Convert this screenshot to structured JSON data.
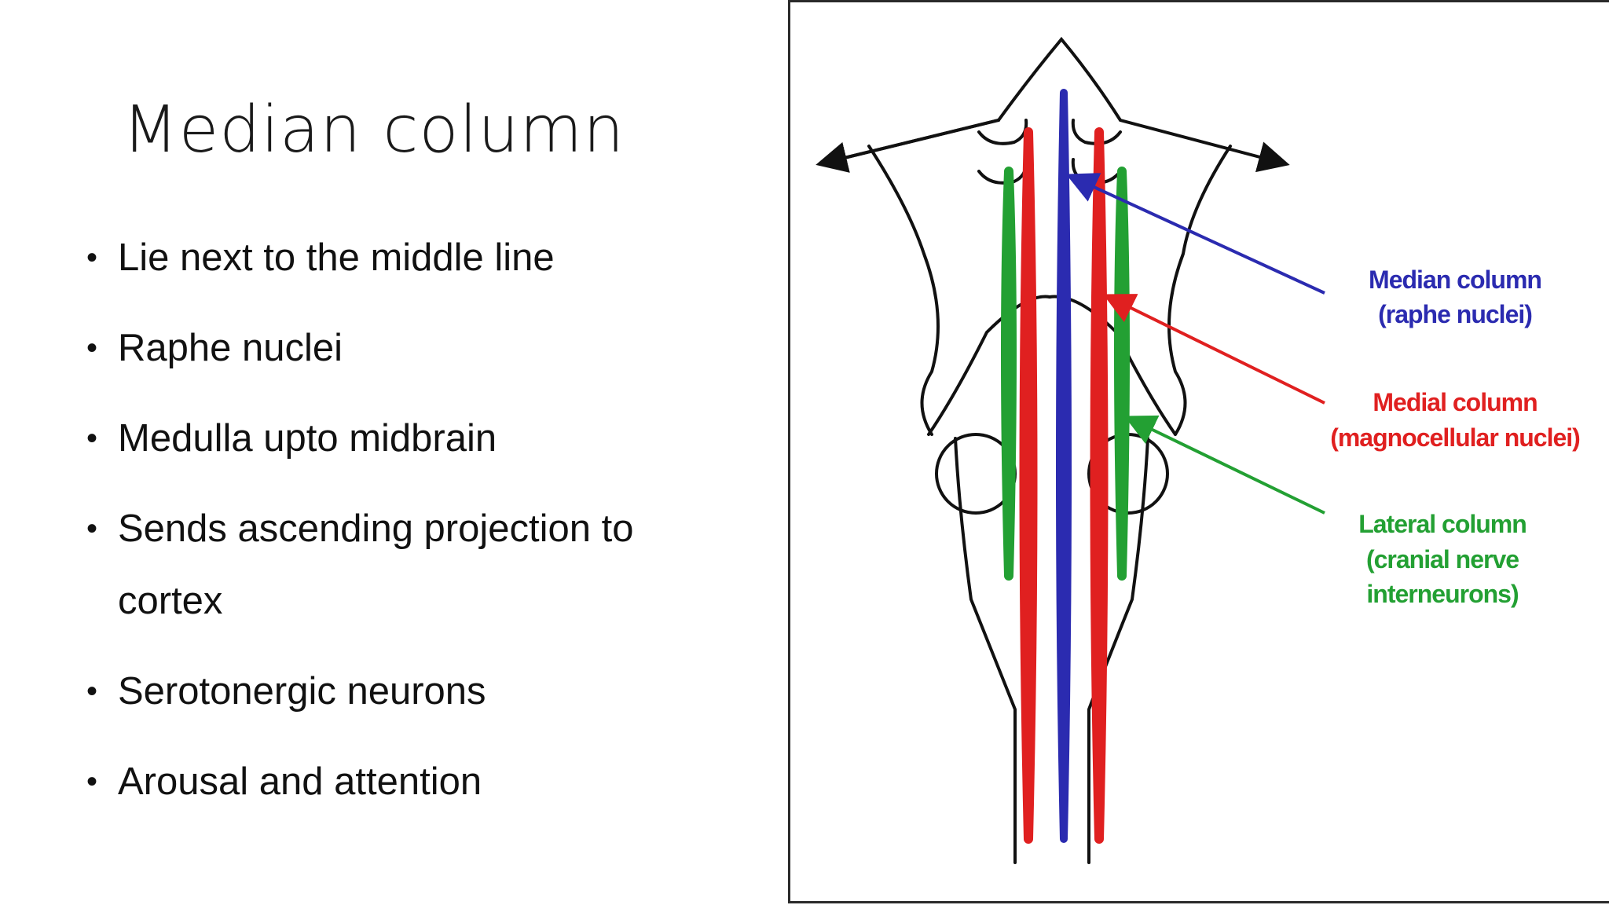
{
  "slide": {
    "title": "Median column",
    "bullets": [
      "Lie next to the middle line",
      "Raphe nuclei",
      "Medulla upto midbrain",
      "Sends ascending projection to cortex",
      "Serotonergic neurons",
      "Arousal and attention"
    ]
  },
  "figure": {
    "labels": {
      "median_line1": "Median column",
      "median_line2": "(raphe nuclei)",
      "medial_line1": "Medial column",
      "medial_line2": "(magnocellular nuclei)",
      "lateral_line1": "Lateral column",
      "lateral_line2": "(cranial nerve",
      "lateral_line3": "interneurons)"
    },
    "colors": {
      "median": "#2b2bb0",
      "medial": "#e02020",
      "lateral": "#23a033",
      "outline": "#111111"
    }
  }
}
